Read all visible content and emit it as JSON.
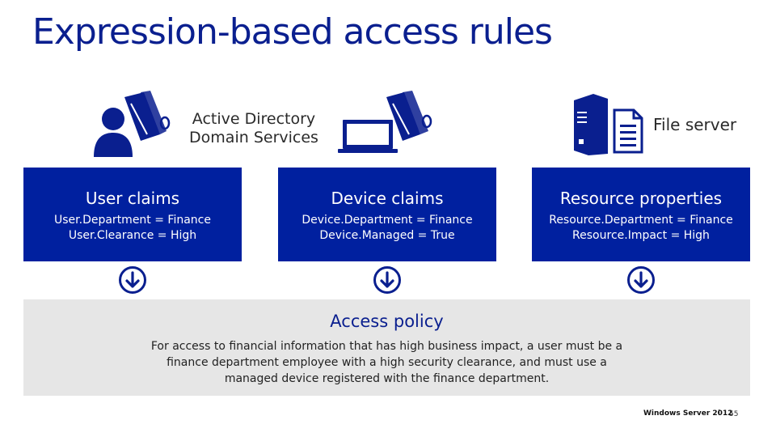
{
  "title": "Expression-based access rules",
  "labels": {
    "ad": "Active Directory Domain Services",
    "file_server": "File server"
  },
  "claims": [
    {
      "title": "User claims",
      "lines": [
        "User.Department = Finance",
        "User.Clearance = High"
      ]
    },
    {
      "title": "Device claims",
      "lines": [
        "Device.Department = Finance",
        "Device.Managed = True"
      ]
    },
    {
      "title": "Resource properties",
      "lines": [
        "Resource.Department = Finance",
        "Resource.Impact = High"
      ]
    }
  ],
  "policy": {
    "title": "Access policy",
    "text": "For access to financial information that has high business impact, a user must be a finance department employee with a high security clearance, and must use a managed device registered with the finance department."
  },
  "footer": {
    "brand": "Windows Server 2012",
    "separator": "I",
    "page": "55"
  },
  "icons": [
    "user-with-directory-icon",
    "laptop-with-directory-icon",
    "server-with-document-icon",
    "arrow-down-circle-icon"
  ],
  "colors": {
    "accent": "#00209f",
    "title": "#0a1f8f",
    "panel": "#e6e6e6"
  }
}
